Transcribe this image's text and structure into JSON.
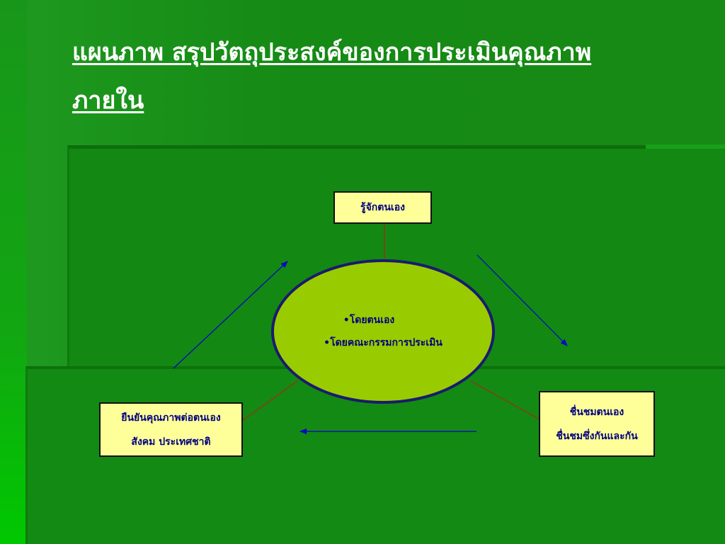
{
  "title": {
    "line1": "แผนภาพ สรุปวัตถุประสงค์ของการประเมินคุณภาพ",
    "line2": "ภายใน"
  },
  "top_box": {
    "text": "รู้จักตนเอง"
  },
  "center": {
    "bullet": "•",
    "items": [
      "โดยตนเอง",
      "โดยคณะกรรมการประเมิน"
    ]
  },
  "left_box": {
    "lines": [
      "ยืนยันคุณภาพต่อตนเอง",
      "สังคม ประเทศชาติ"
    ]
  },
  "right_box": {
    "lines": [
      "ชื่นชมตนเอง",
      "ชื่นชมซึ่งกันและกัน"
    ]
  },
  "colors": {
    "arrow": "#0000cc",
    "connector": "#8b3a1a",
    "box_fill": "#ffff99",
    "ellipse_fill": "#99cc00",
    "text": "#000080"
  }
}
